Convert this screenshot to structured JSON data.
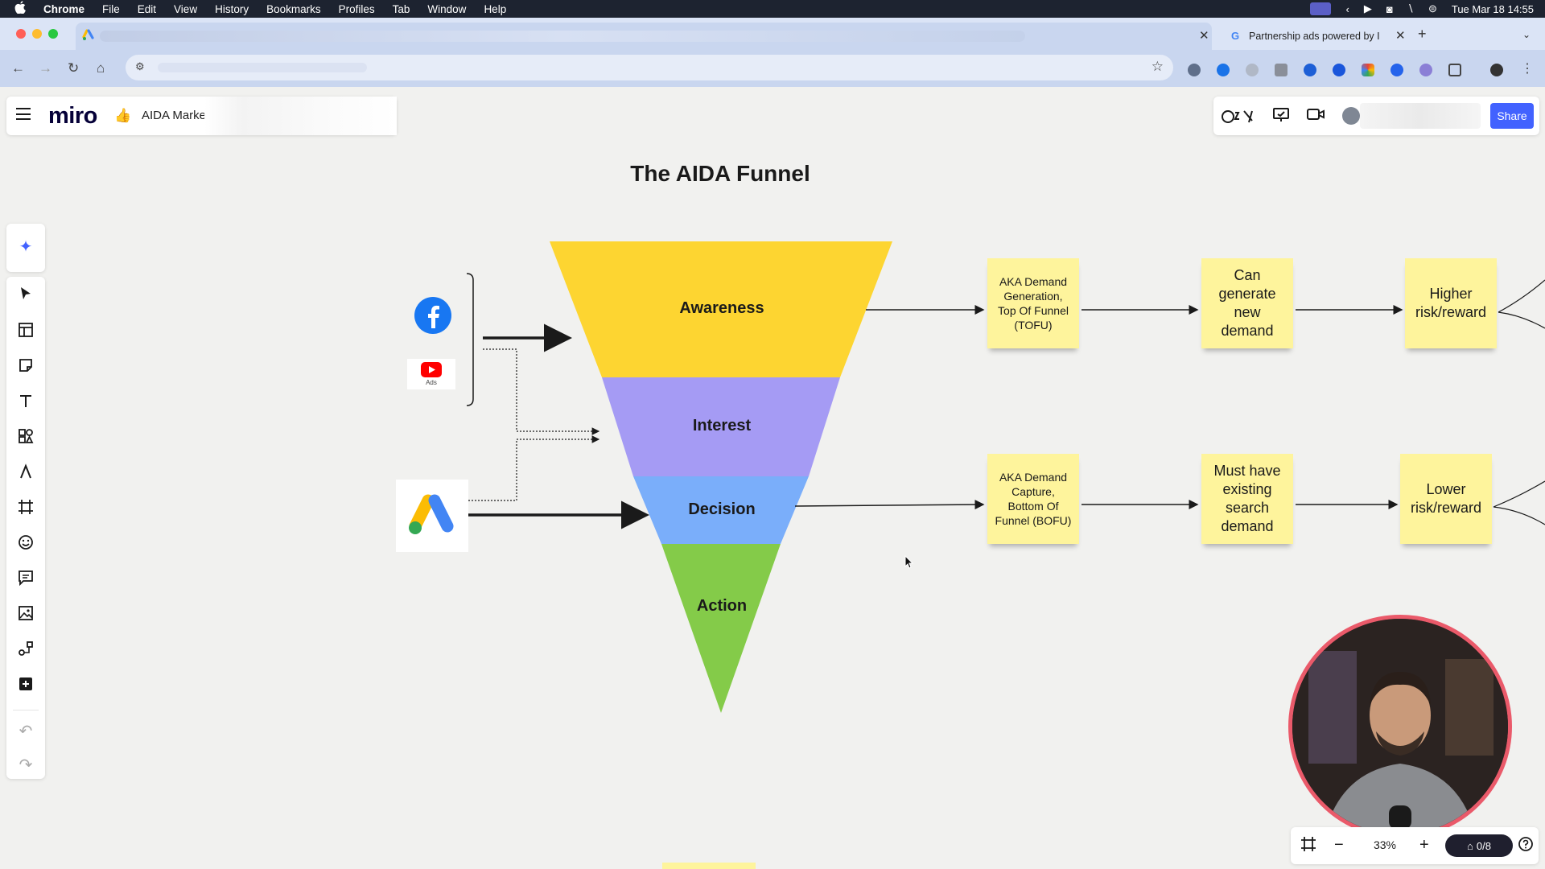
{
  "menubar": {
    "apple": "",
    "items": [
      "Chrome",
      "File",
      "Edit",
      "View",
      "History",
      "Bookmarks",
      "Profiles",
      "Tab",
      "Window",
      "Help"
    ],
    "clock": "Tue Mar 18  14:55"
  },
  "browser": {
    "tab2_title": "Partnership ads powered by I",
    "close_glyph": "✕",
    "newtab_glyph": "+"
  },
  "miro": {
    "logo": "miro",
    "board_emoji": "👍",
    "board_name": "AIDA Marke",
    "share_label": "Share",
    "zoom": "33%",
    "object_count": "0/8"
  },
  "board": {
    "title": "The AIDA Funnel",
    "funnel": [
      "Awareness",
      "Interest",
      "Decision",
      "Action"
    ],
    "ads_badge": "Ads",
    "stickies": {
      "top_1": "AKA Demand Generation, Top Of Funnel (TOFU)",
      "top_2": "Can generate new demand",
      "top_3": "Higher risk/reward",
      "bottom_1": "AKA Demand Capture, Bottom Of Funnel (BOFU)",
      "bottom_2": "Must have existing search demand",
      "bottom_3": "Lower risk/reward"
    }
  },
  "colors": {
    "awareness": "#fdd531",
    "interest": "#a59bf4",
    "decision": "#7aaefa",
    "action": "#84cb49",
    "sticky": "#fef49c",
    "accent": "#4262ff",
    "webcam_ring": "#ea5a6a"
  }
}
